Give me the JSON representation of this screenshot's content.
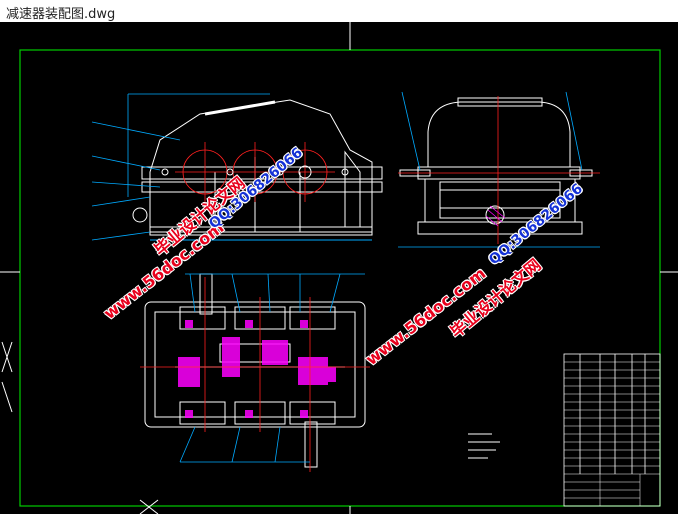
{
  "window": {
    "title": "减速器装配图.dwg"
  },
  "drawing": {
    "frame_color": "#00cc00",
    "line_color": "#ffffff",
    "leader_color": "#00aaff",
    "center_color": "#ff2020",
    "hatch_color": "#ff00ff"
  },
  "watermarks": {
    "site_text": "www.56doc.com",
    "brand_text": "毕业设计论文网",
    "qq_text": "QQ:306826066"
  }
}
